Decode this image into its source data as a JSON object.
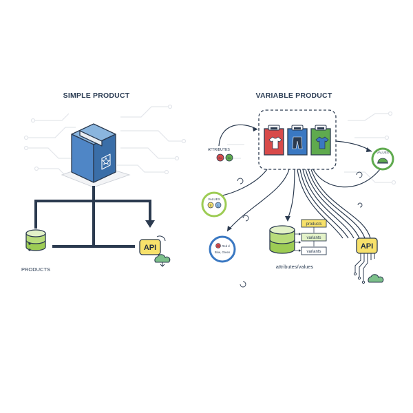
{
  "simple": {
    "title": "SIMPLE PRODUCT",
    "products_label": "PRODUCTS",
    "api_label": "API"
  },
  "variable": {
    "title": "VARIABLE PRODUCT",
    "attributes_label": "ATTRIBUTES",
    "attribute_chips": [
      "Re",
      "Gr"
    ],
    "values_label": "VALUES",
    "values_chips": [
      "S",
      "L"
    ],
    "values_right_label": "VALUES",
    "color_bubble_chip": "Gr",
    "color_bubble_text1": "Red d",
    "color_bubble_text2": "Blue, Green",
    "db_table": [
      "products",
      "variants",
      "variants"
    ],
    "db_caption": "attributes/values",
    "api_label": "API"
  },
  "colors": {
    "navy": "#2b3a4f",
    "blue": "#3a78c2",
    "red": "#d84a4a",
    "green": "#5faa4e",
    "lime": "#9dcc54",
    "yellow": "#f7e16b",
    "circuit": "#e2e5ea"
  }
}
